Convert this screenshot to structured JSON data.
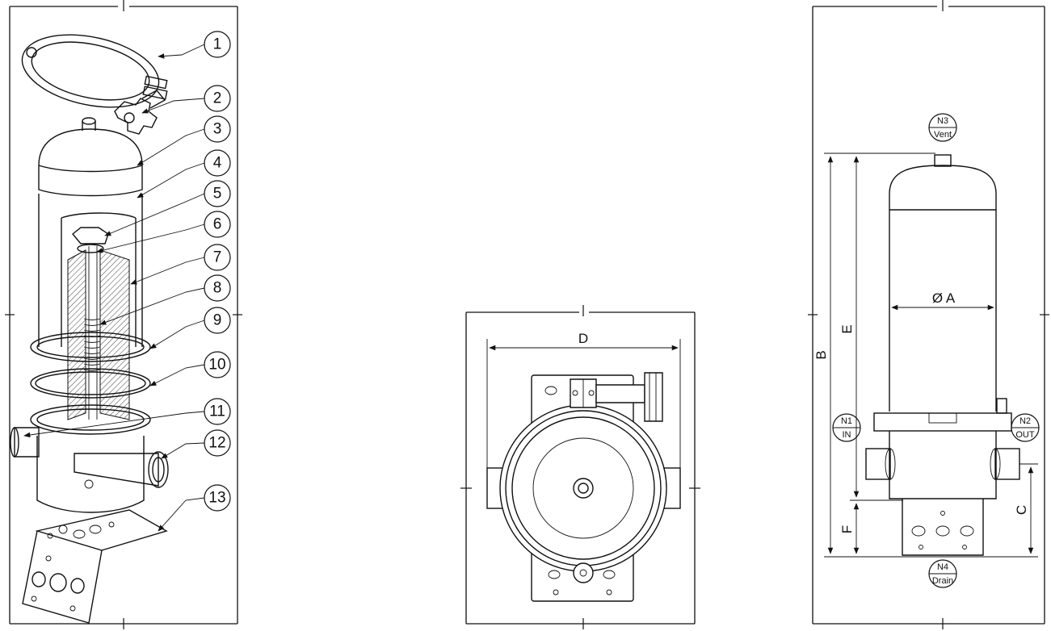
{
  "exploded_view": {
    "callouts": [
      "1",
      "2",
      "3",
      "4",
      "5",
      "6",
      "7",
      "8",
      "9",
      "10",
      "11",
      "12",
      "13"
    ]
  },
  "top_view": {
    "dim_D": "D"
  },
  "side_view": {
    "dim_A": "Ø A",
    "dim_B": "B",
    "dim_C": "C",
    "dim_E": "E",
    "dim_F": "F",
    "nozzles": {
      "n1": {
        "id": "N1",
        "label": "IN"
      },
      "n2": {
        "id": "N2",
        "label": "OUT"
      },
      "n3": {
        "id": "N3",
        "label": "Vent"
      },
      "n4": {
        "id": "N4",
        "label": "Drain"
      }
    }
  }
}
